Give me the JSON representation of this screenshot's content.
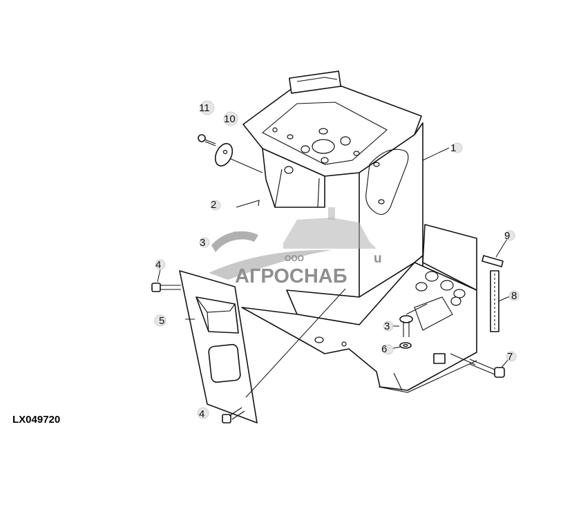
{
  "figure_id": "LX049720",
  "watermark": {
    "small": "ООО",
    "large": "АГРОСНАБ",
    "fragment": "u"
  },
  "callouts": {
    "c1": "1",
    "c2": "2",
    "c3a": "3",
    "c3b": "3",
    "c4a": "4",
    "c4b": "4",
    "c5": "5",
    "c6": "6",
    "c7": "7",
    "c8": "8",
    "c9": "9",
    "c10": "10",
    "c11": "11"
  },
  "colors": {
    "line": "#111111",
    "watermark": "#b0b0b0",
    "callout_dot": "#e6e6e6"
  }
}
